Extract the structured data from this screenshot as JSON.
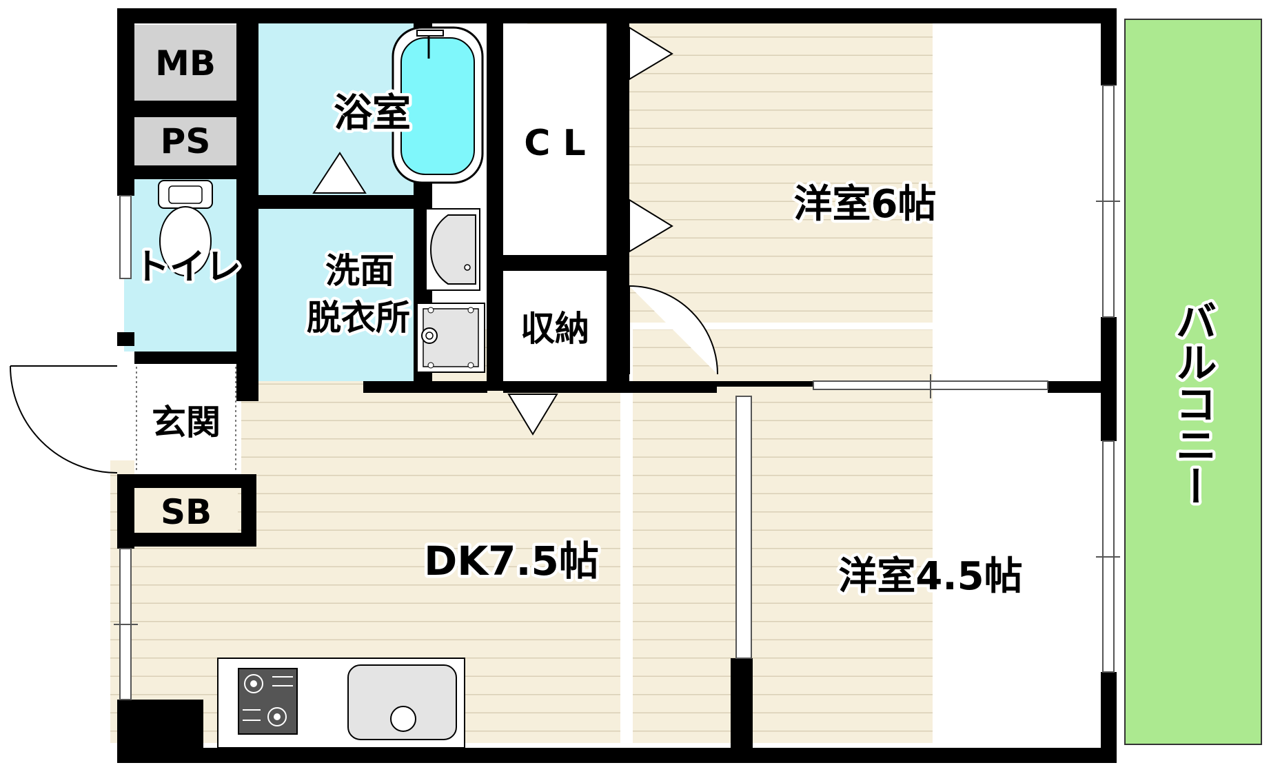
{
  "colors": {
    "wall": "#000000",
    "floor_wood": "#f6efdc",
    "floor_stripe": "#d9cfb6",
    "wet_area": "#c6f1f7",
    "bathtub": "#7ff7fb",
    "storage": "#ffffff",
    "utility": "#d2d2d2",
    "balcony": "#ace990",
    "fixture_gray": "#e4e4e4"
  },
  "rooms": {
    "mb": "MB",
    "ps": "PS",
    "bath": "浴室",
    "toilet": "トイレ",
    "washroom_line1": "洗面",
    "washroom_line2": "脱衣所",
    "closet": "C L",
    "storage": "収納",
    "western_6": "洋室6帖",
    "entrance": "玄関",
    "shoe_box": "SB",
    "dk": "DK7.5帖",
    "western_45": "洋室4.5帖",
    "balcony": "バルコニー"
  },
  "icons": {
    "bathtub": "bathtub-icon",
    "toilet": "toilet-icon",
    "washbasin": "washbasin-icon",
    "washing_machine_pan": "washing-machine-pan-icon",
    "stove": "gas-stove-icon",
    "sink": "kitchen-sink-icon",
    "door_swing": "door-swing-icon",
    "closet_door_marker": "folding-door-marker-icon"
  }
}
